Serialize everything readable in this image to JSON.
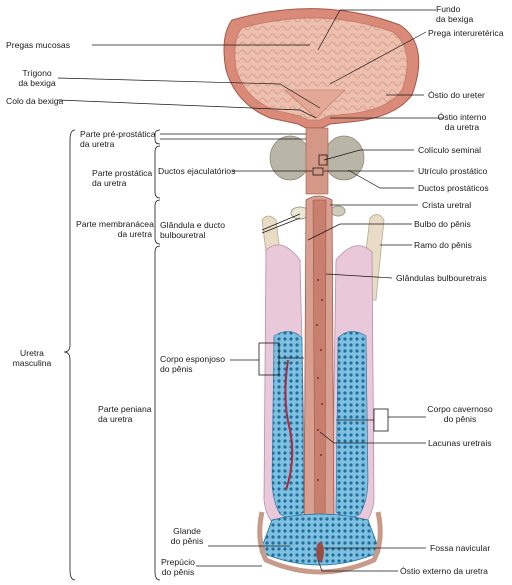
{
  "colors": {
    "bladder_outer": "#d98a78",
    "bladder_inner": "#e8b7a6",
    "urethra": "#c97f6e",
    "corpus": "#e9c9d9",
    "spongy": "#2f86b8",
    "bone": "#e8dcc6",
    "leader": "#1a1a1a"
  },
  "labels": {
    "fundo": "Fundo\nda bexiga",
    "pregas_mucosas": "Pregas mucosas",
    "prega_interureterica": "Prega interuretérica",
    "trigono": "Trígono\nda bexiga",
    "ostio_ureter": "Óstio do ureter",
    "colo": "Colo da bexiga",
    "ostio_interno": "Óstio interno\nda uretra",
    "parte_pre_prostatica": "Parte pré-prostática\nda uretra",
    "coliculo": "Colículo seminal",
    "parte_prostatica": "Parte prostática\nda uretra",
    "ductos_ejaculatorios": "Ductos ejaculatórios",
    "utriculo": "Utrículo prostático",
    "ductos_prostaticos": "Ductos prostáticos",
    "crista": "Crista uretral",
    "parte_membranacea": "Parte membranácea\nda uretra",
    "glandula_ducto": "Glândula e ducto\nbulbouretral",
    "bulbo": "Bulbo do pênis",
    "ramo": "Ramo do pênis",
    "glandulas_bulbouretrais": "Glândulas bulbouretrais",
    "uretra_masculina": "Uretra\nmasculina",
    "corpo_esponjoso": "Corpo esponjoso\ndo pênis",
    "parte_peniana": "Parte peniana\nda uretra",
    "corpo_cavernoso": "Corpo cavernoso\ndo pênis",
    "lacunas": "Lacunas uretrais",
    "glande": "Glande\ndo pênis",
    "fossa": "Fossa navicular",
    "prepucio": "Prepúcio\ndo pênis",
    "ostio_externo": "Óstio externo da uretra"
  }
}
